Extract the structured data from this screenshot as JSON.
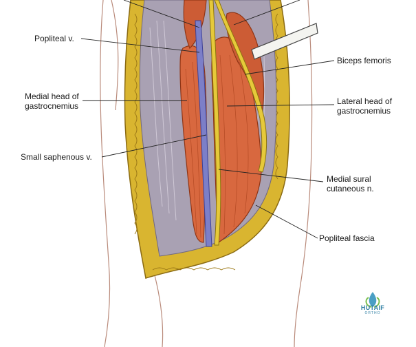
{
  "labels": {
    "popliteal_v": "Popliteal v.",
    "medial_head": "Medial head of\ngastrocnemius",
    "small_saphenous": "Small saphenous v.",
    "biceps_femoris": "Biceps femoris",
    "lateral_head": "Lateral head of\ngastrocnemius",
    "medial_sural": "Medial sural\ncutaneous n.",
    "popliteal_fascia": "Popliteal fascia"
  },
  "logo": {
    "name": "HUTAIF",
    "sub": "ORTHO"
  },
  "colors": {
    "fat": "#d9b530",
    "fat_shadow": "#8a6a12",
    "fascia": "#a9a1b3",
    "muscle": "#d8683f",
    "vein": "#7c7fc8",
    "nerve": "#e6c93a",
    "skin_line": "#b98a7a",
    "leader": "#222222",
    "logo": "#2f7fa3"
  }
}
